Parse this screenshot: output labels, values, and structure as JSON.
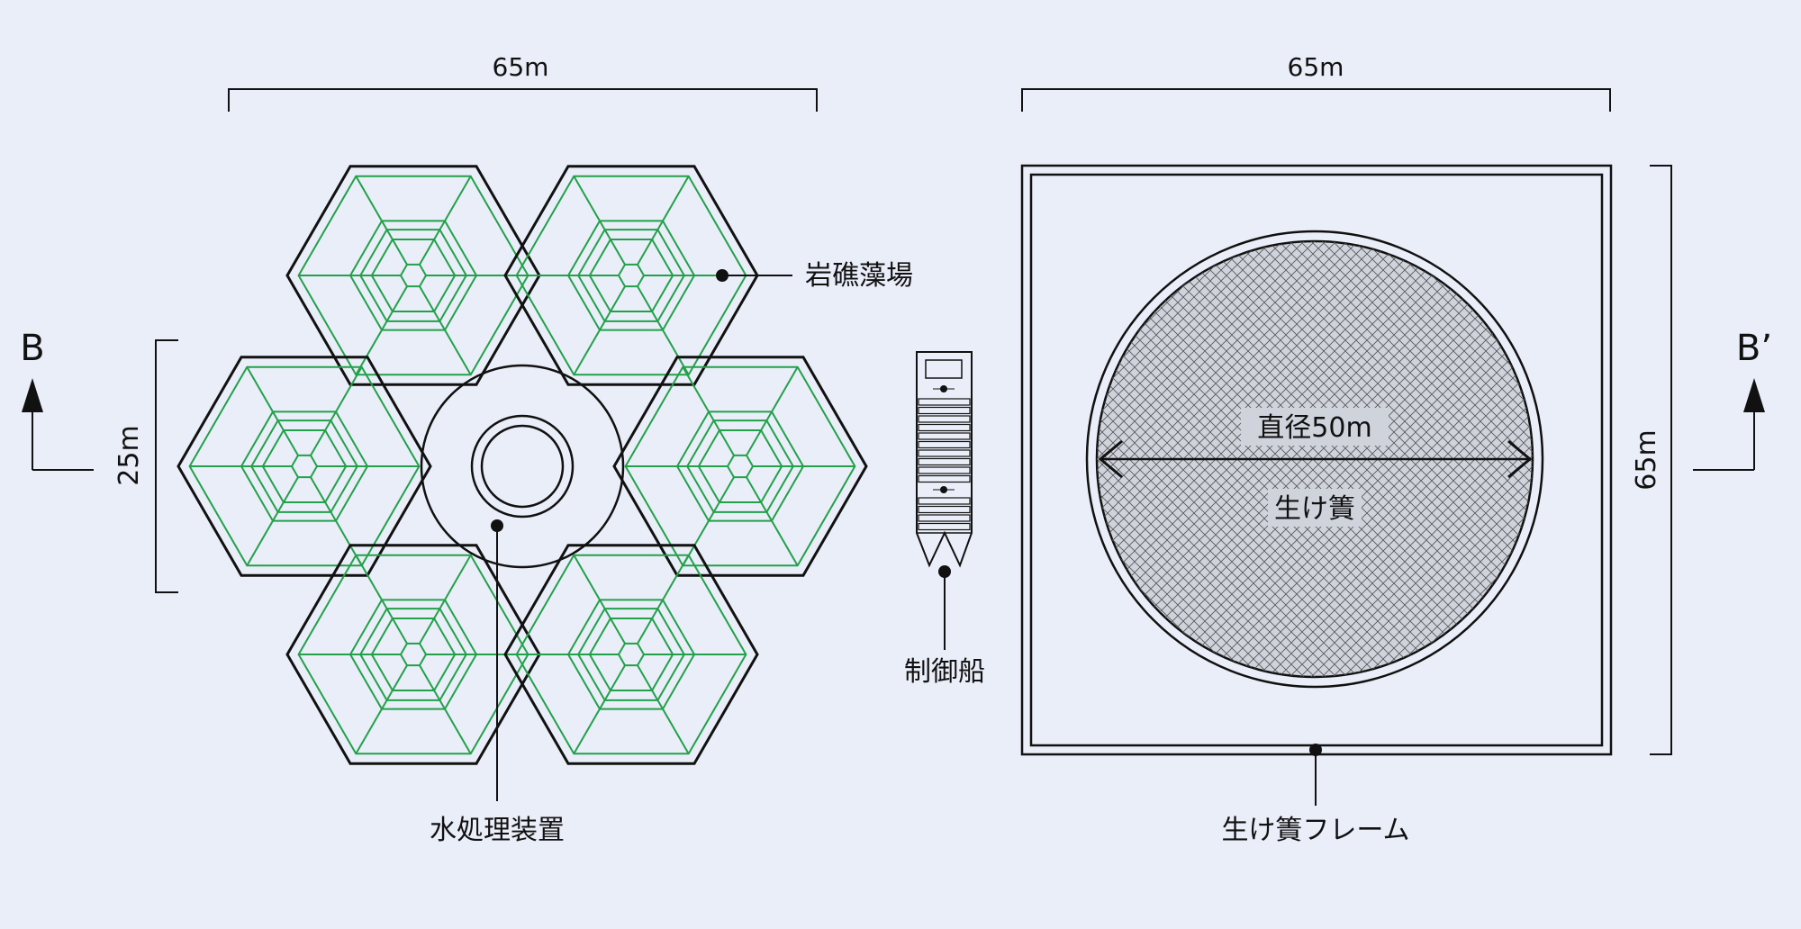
{
  "labels": {
    "left_width": "65m",
    "right_width": "65m",
    "right_height": "65m",
    "left_depth": "25m",
    "reef_seaweed_bed": "岩礁藻場",
    "water_treatment": "水処理装置",
    "control_ship": "制御船",
    "cage_diameter": "直径50m",
    "cage": "生け簀",
    "cage_frame": "生け簀フレーム",
    "section_start": "B",
    "section_end": "B’"
  },
  "colors": {
    "background": "#eaeef8",
    "line": "#111111",
    "reef_green": "#22a14a",
    "net_hatch": "#555555"
  }
}
